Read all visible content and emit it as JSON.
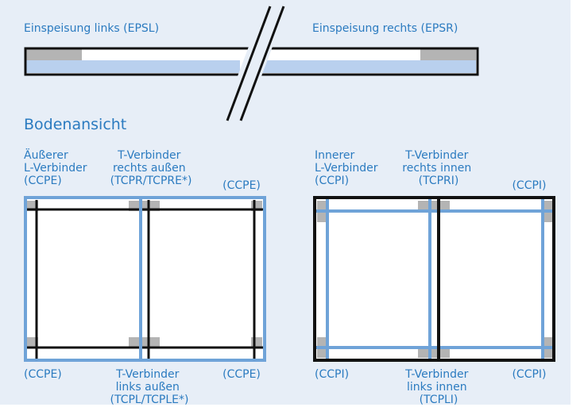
{
  "top": {
    "feed_left": "Einspeisung links (EPSL)",
    "feed_right": "Einspeisung rechts (EPSR)"
  },
  "section_title": "Bodenansicht",
  "left_diagram": {
    "top_left": [
      "Äußerer",
      "L-Verbinder",
      "(CCPE)"
    ],
    "top_mid": [
      "T-Verbinder",
      "rechts außen",
      "(TCPR/TCPRE*)"
    ],
    "top_right": "(CCPE)",
    "bottom_left": "(CCPE)",
    "bottom_mid": [
      "T-Verbinder",
      "links außen",
      "(TCPL/TCPLE*)"
    ],
    "bottom_right": "(CCPE)"
  },
  "right_diagram": {
    "top_left": [
      "Innerer",
      "L-Verbinder",
      "(CCPI)"
    ],
    "top_mid": [
      "T-Verbinder",
      "rechts innen",
      "(TCPRI)"
    ],
    "top_right": "(CCPI)",
    "bottom_left": "(CCPI)",
    "bottom_mid": [
      "T-Verbinder",
      "links innen",
      "(TCPLI)"
    ],
    "bottom_right": "(CCPI)"
  },
  "colors": {
    "background": "#e7eef7",
    "accent_blue": "#2b7bc0",
    "rail_blue": "#6fa3d8",
    "light_blue_fill": "#b9d0ee",
    "connector_gray": "#b4b4b4",
    "frame_black": "#111111"
  }
}
